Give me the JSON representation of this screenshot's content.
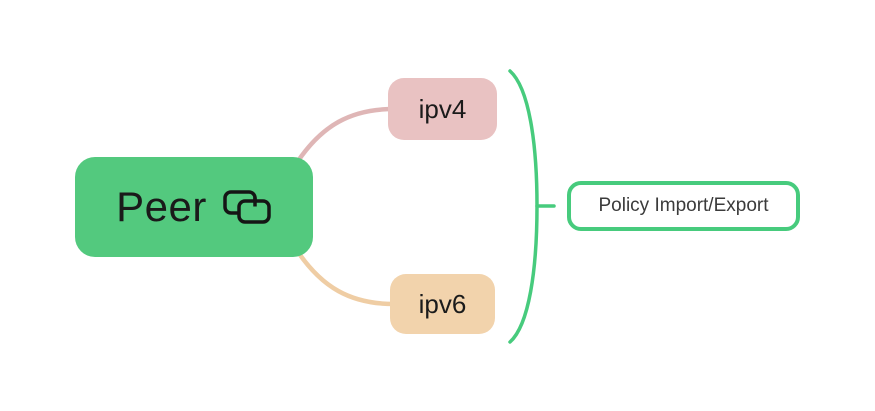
{
  "canvas": {
    "background": "#ffffff"
  },
  "mindmap": {
    "root": {
      "label": "Peer",
      "icon": "linked-rectangles-icon",
      "fill": "#53c97e",
      "text_color": "#1a1a1a",
      "icon_color": "#151515"
    },
    "branches": [
      {
        "label": "ipv4",
        "fill": "#e9c2c2",
        "connector_color": "#dfb6b6"
      },
      {
        "label": "ipv6",
        "fill": "#f2d3ac",
        "connector_color": "#efcda4"
      }
    ],
    "brace": {
      "color": "#47cb7d"
    },
    "summary": {
      "label": "Policy Import/Export",
      "border_color": "#47cb7d",
      "fill": "#ffffff",
      "text_color": "#3b3b3b"
    }
  }
}
